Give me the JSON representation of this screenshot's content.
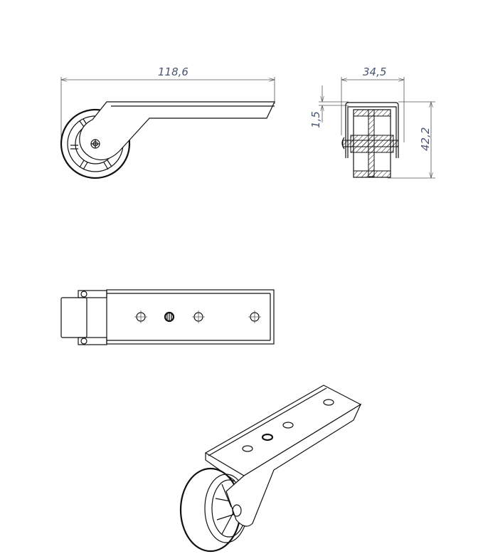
{
  "drawing": {
    "dimensions": {
      "overall_length": "118,6",
      "width": "34,5",
      "height": "42,2",
      "offset": "1,5"
    },
    "views": [
      "side-view",
      "front-section-view",
      "top-view",
      "isometric-view"
    ]
  }
}
